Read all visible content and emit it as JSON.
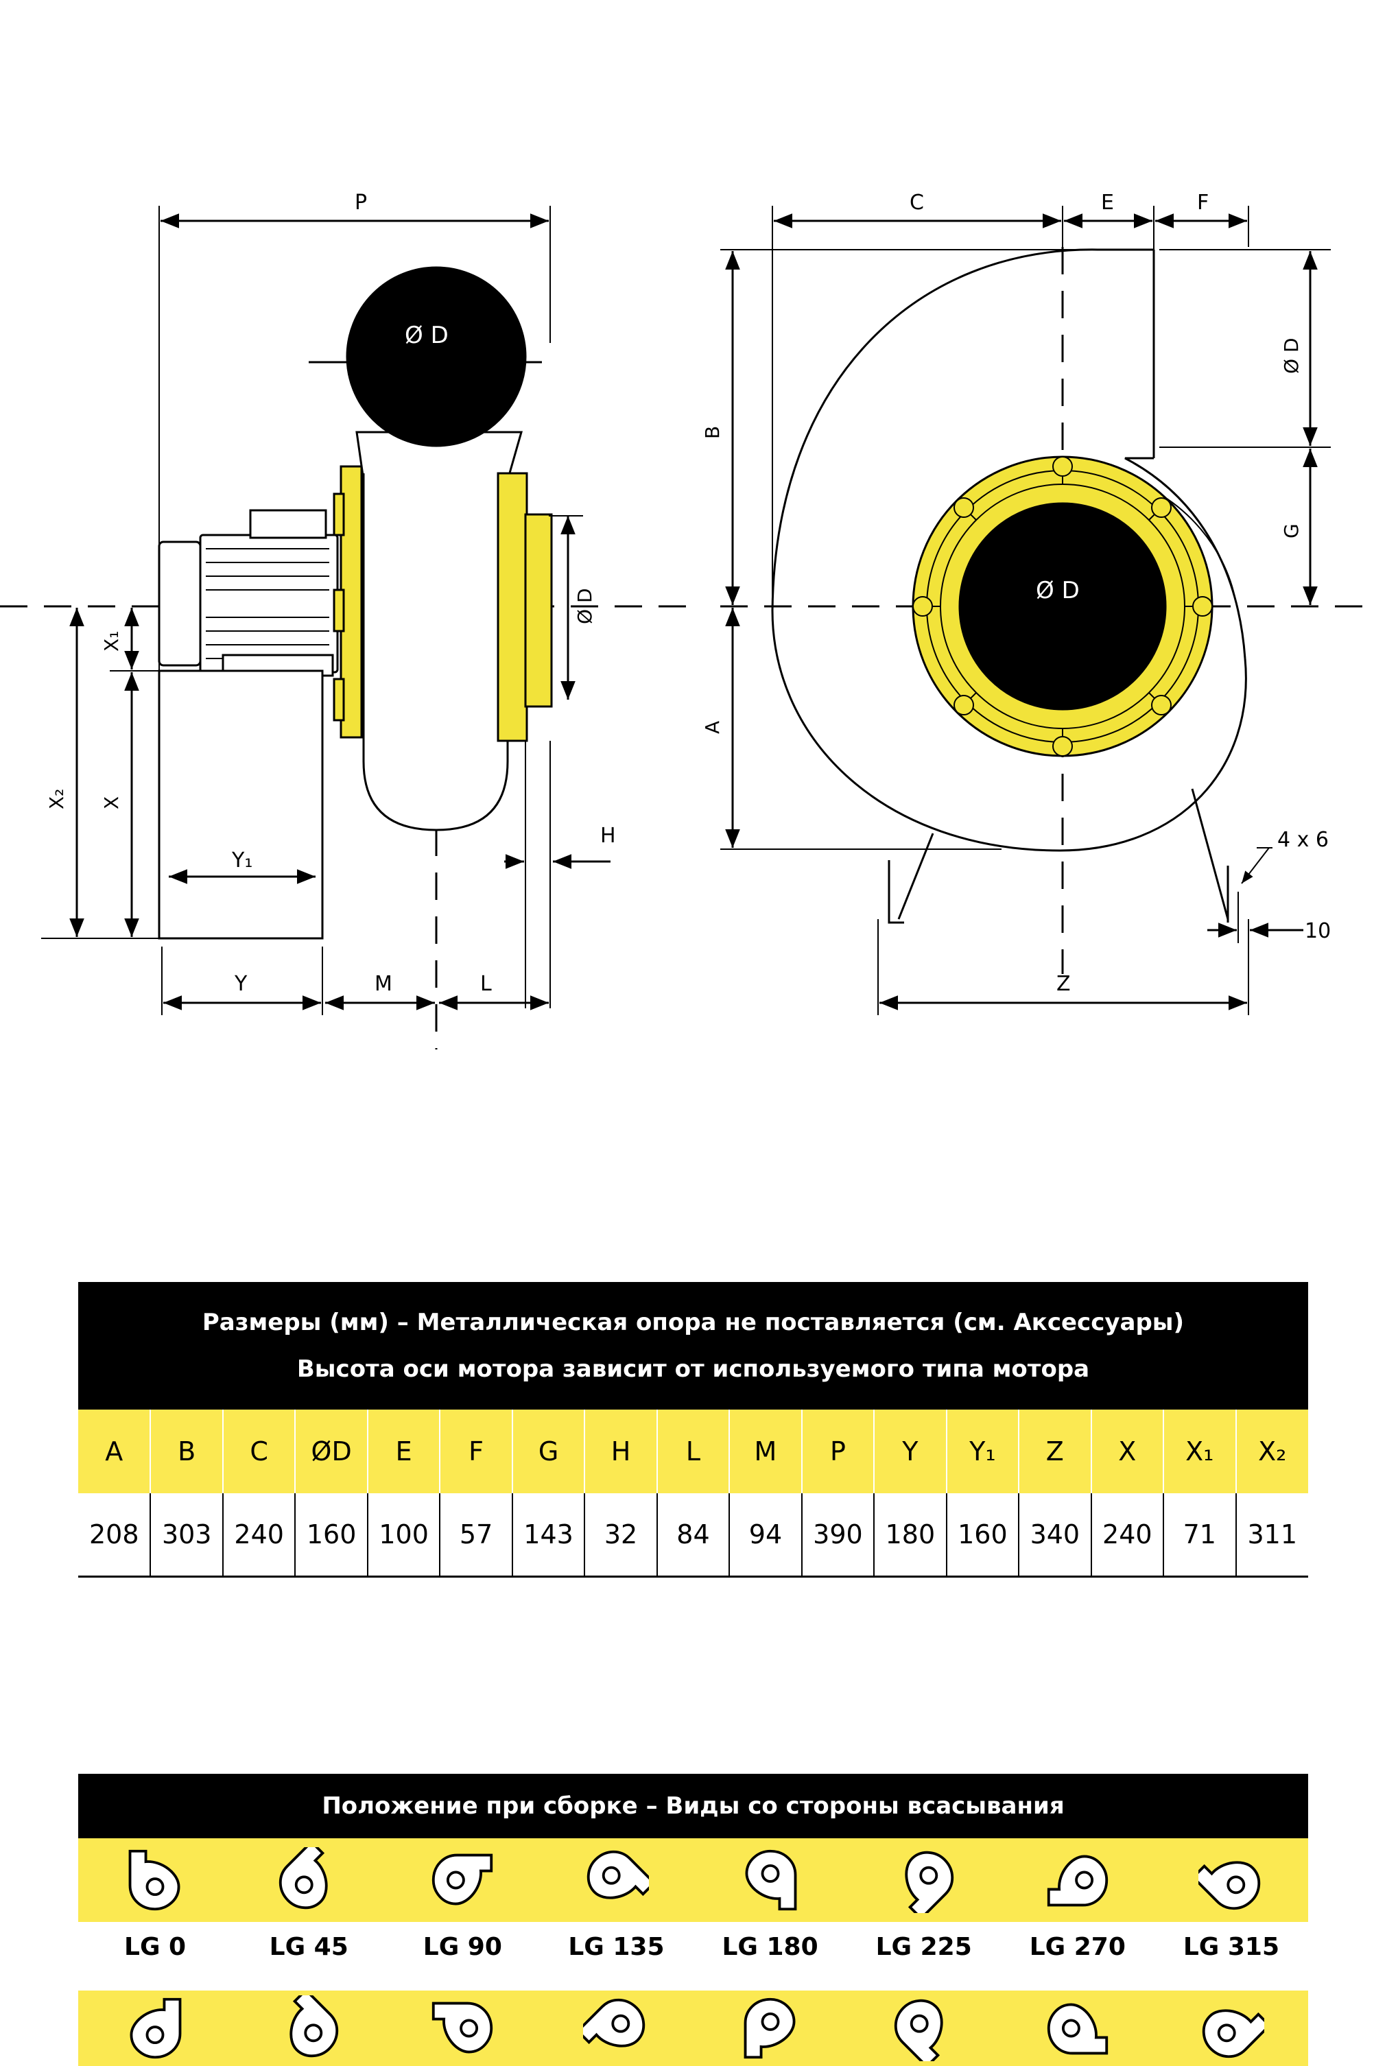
{
  "drawing": {
    "side_view": {
      "labels": {
        "P": "P",
        "X1": "X₁",
        "X2": "X₂",
        "X": "X",
        "Y1": "Y₁",
        "Y": "Y",
        "M": "M",
        "L": "L",
        "H": "H",
        "D_top": "Ø D",
        "D_side": "Ø D"
      }
    },
    "front_view": {
      "labels": {
        "C": "C",
        "E": "E",
        "F": "F",
        "B": "B",
        "A": "A",
        "D_outlet": "Ø D",
        "G": "G",
        "D_inlet": "Ø D",
        "Z": "Z",
        "holes": "4 x 6",
        "ten": "10"
      }
    },
    "colors": {
      "yellow": "#f2e33a",
      "black": "#000000"
    }
  },
  "dimension_table": {
    "title_line1": "Размеры (мм) – Металлическая опора не поставляется (см. Аксессуары)",
    "title_line2": "Высота оси мотора зависит от используемого типа мотора",
    "columns": [
      "A",
      "B",
      "C",
      "ØD",
      "E",
      "F",
      "G",
      "H",
      "L",
      "M",
      "P",
      "Y",
      "Y₁",
      "Z",
      "X",
      "X₁",
      "X₂"
    ],
    "values": [
      "208",
      "303",
      "240",
      "160",
      "100",
      "57",
      "143",
      "32",
      "84",
      "94",
      "390",
      "180",
      "160",
      "340",
      "240",
      "71",
      "311"
    ]
  },
  "positions": {
    "title": "Положение при сборке – Виды со стороны всасывания",
    "row1": [
      {
        "label": "LG 0",
        "angle": 0
      },
      {
        "label": "LG 45",
        "angle": 45
      },
      {
        "label": "LG 90",
        "angle": 90
      },
      {
        "label": "LG 135",
        "angle": 135
      },
      {
        "label": "LG 180",
        "angle": 180
      },
      {
        "label": "LG 225",
        "angle": 225
      },
      {
        "label": "LG 270",
        "angle": 270
      },
      {
        "label": "LG 315",
        "angle": 315
      }
    ],
    "row2": [
      {
        "angle": 0,
        "mirror": true
      },
      {
        "angle": 45,
        "mirror": true
      },
      {
        "angle": 90,
        "mirror": true
      },
      {
        "angle": 135,
        "mirror": true
      },
      {
        "angle": 180,
        "mirror": true
      },
      {
        "angle": 225,
        "mirror": true
      },
      {
        "angle": 270,
        "mirror": true
      },
      {
        "angle": 315,
        "mirror": true
      }
    ]
  }
}
